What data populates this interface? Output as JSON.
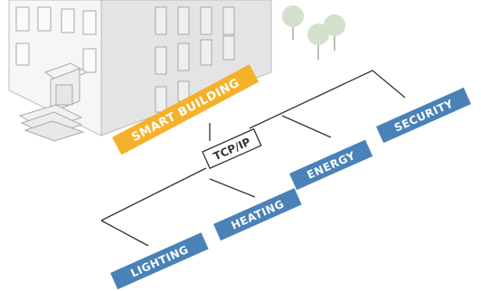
{
  "diagram": {
    "building_label": "SMART BUILDING",
    "hub_label": "TCP/IP",
    "nodes": [
      {
        "id": "lighting",
        "label": "LIGHTING"
      },
      {
        "id": "heating",
        "label": "HEATING"
      },
      {
        "id": "energy",
        "label": "ENERGY"
      },
      {
        "id": "security",
        "label": "SECURITY"
      }
    ]
  },
  "colors": {
    "node_blue": "#4a82b8",
    "building_orange": "#f5b12a",
    "line": "#333333",
    "building_light": "#f2f2f2",
    "building_mid": "#e0e0e0",
    "building_dark": "#c9c9c9",
    "tree": "#c8d8c0"
  },
  "icons": [
    "building-icon",
    "tree-icon"
  ]
}
